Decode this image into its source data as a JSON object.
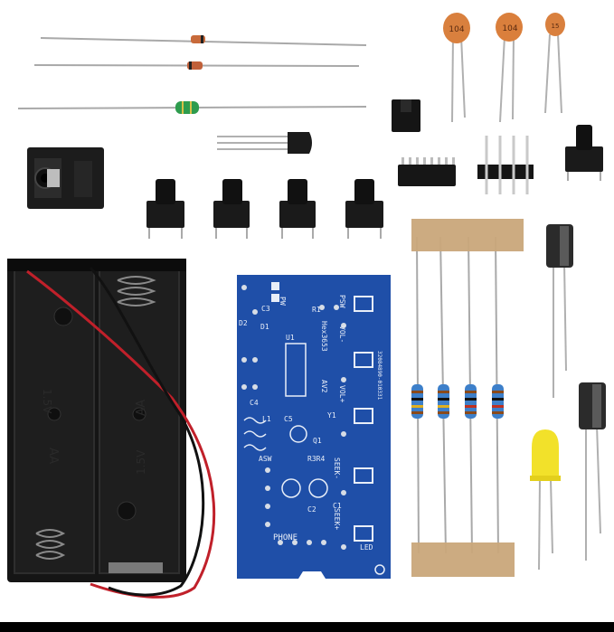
{
  "colors": {
    "background": "#ffffff",
    "pcb": "#1f4fa8",
    "silkscreen": "#e8eef8",
    "battery_holder": "#1a1a1a",
    "ceramic_cap": "#d9803e",
    "led": "#f2e12a",
    "resistor_body": "#3d7fc9",
    "tape": "#c9a77a",
    "electrolytic": "#2b2b2b",
    "wire_red": "#c0202a",
    "wire_black": "#111111"
  },
  "components": {
    "ceramic_caps": [
      {
        "label": "104"
      },
      {
        "label": "104"
      },
      {
        "label": "15"
      }
    ],
    "battery_holder": {
      "labels": [
        "AA",
        "1.5V",
        "1.5V",
        "AA"
      ]
    },
    "pcb_labels": {
      "pw": "PW",
      "psw": "PSW",
      "c3": "C3",
      "r1": "R1",
      "d1": "D1",
      "d2": "D2",
      "hex": "Hex3653",
      "vol_minus": "VOL-",
      "u1": "U1",
      "c4": "C4",
      "av2": "AV2",
      "vol_plus": "VOL+",
      "c5": "C5",
      "l1": "L1",
      "y1": "Y1",
      "q1": "Q1",
      "asw": "ASW",
      "r3r4": "R3R4",
      "seek_minus": "SEEK-",
      "c1": "C1",
      "c2": "C2",
      "seek_plus": "SEEK+",
      "phone": "PHONE",
      "led": "LED",
      "serial": "32084890-010331"
    }
  }
}
